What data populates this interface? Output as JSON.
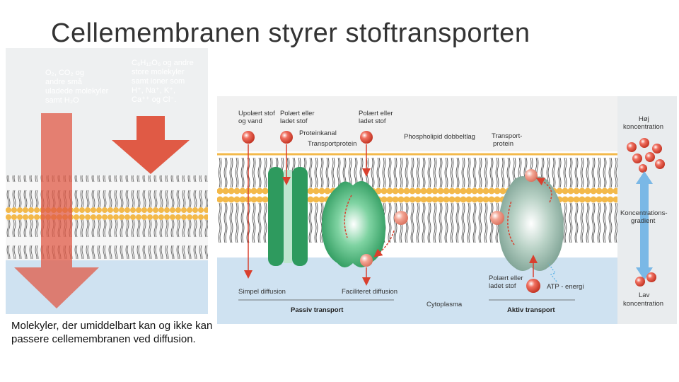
{
  "slide": {
    "title": "Cellemembranen styrer stoftransporten",
    "caption": "Molekyler, der umiddelbart kan og ikke kan passere cellemembranen ved diffusion."
  },
  "left_figure": {
    "small_molecules": [
      "O₂, CO₂ og",
      "andre små",
      "uladede molekyler",
      "samt H₂O"
    ],
    "large_molecules": [
      "C₆H₁₂O₆ og andre",
      "store molekyler",
      "samt ioner som",
      "H⁺, Na⁺, K⁺,",
      "Ca⁺⁺ og Cl⁻."
    ]
  },
  "right_figure": {
    "labels": {
      "uncharged": [
        "Upolært stof",
        "og vand"
      ],
      "charged_1": [
        "Polært eller",
        "ladet stof"
      ],
      "charged_2": [
        "Polært eller",
        "ladet stof"
      ],
      "channel_protein": "Proteinkanal",
      "transport_protein": "Transportprotein",
      "phospholipid": "Phospholipid dobbeltlag",
      "transport_protein_2": [
        "Transport-",
        "protein"
      ],
      "high_conc": [
        "Høj",
        "koncentration"
      ],
      "gradient": [
        "Koncentrations-",
        "gradient"
      ],
      "low_conc": [
        "Lav",
        "koncentration"
      ],
      "simple_diffusion": "Simpel diffusion",
      "facilitated_diffusion": "Faciliteret diffusion",
      "charged_3": [
        "Polært eller",
        "ladet stof"
      ],
      "atp": "ATP - energi",
      "cytoplasm": "Cytoplasma",
      "passive": "Passiv transport",
      "active": "Aktiv transport"
    }
  },
  "colors": {
    "membrane_head": "#f3b94a",
    "cytoplasm": "#cfe2f1",
    "exterior": "#f1f1f1",
    "arrow_red": "#e05a45",
    "molecule_red": "#d9402e",
    "channel_green": "#2e9a5e",
    "gradient_blue": "#7ab8e6"
  }
}
